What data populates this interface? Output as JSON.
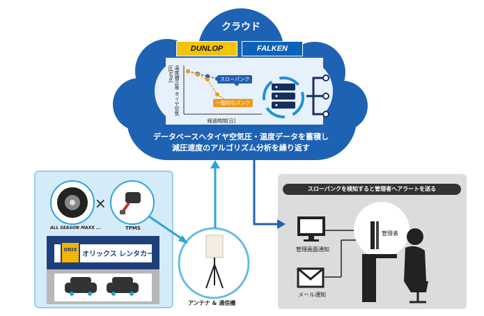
{
  "cloud": {
    "title": "クラウド",
    "brands": [
      "DUNLOP",
      "FALKEN"
    ],
    "description_line1": "データベースへタイヤ空気圧・温度データを蓄積し",
    "description_line2": "減圧速度のアルゴリズム分析を繰り返す"
  },
  "chart_data": {
    "type": "line",
    "title": "",
    "xlabel": "経過時間[日]",
    "ylabel": "温度補正後 タイヤ空気圧[kPa]",
    "series": [
      {
        "name": "スローパンク",
        "values": [
          100,
          97,
          94,
          91,
          88,
          85
        ]
      },
      {
        "name": "一般的なパンク",
        "values": [
          100,
          96,
          90,
          72,
          64,
          62
        ]
      }
    ],
    "grid": false
  },
  "left_panel": {
    "tire_label": "ALL SEASON MAXX ...",
    "cross_symbol": "×",
    "tpms_label": "TPMS",
    "orix_logo": "ORIX",
    "rental_sign": "オリックス レンタカー"
  },
  "antenna": {
    "label": "アンテナ & 通信機"
  },
  "right_panel": {
    "header": "スローパンクを検知すると管理者へアラートを送る",
    "monitor_label": "管理画面通知",
    "mail_label": "メール通知",
    "person_label": "管理者"
  },
  "colors": {
    "cloud_blue": "#1e62b4",
    "cloud_light": "#e7f1fb",
    "slow_puncture": "#1e5fb0",
    "regular_puncture": "#ee9a1d",
    "arrow_line": "#2aa3dc",
    "left_panel_bg": "#d6ebf8",
    "right_panel_bg": "#dcdcdc"
  }
}
